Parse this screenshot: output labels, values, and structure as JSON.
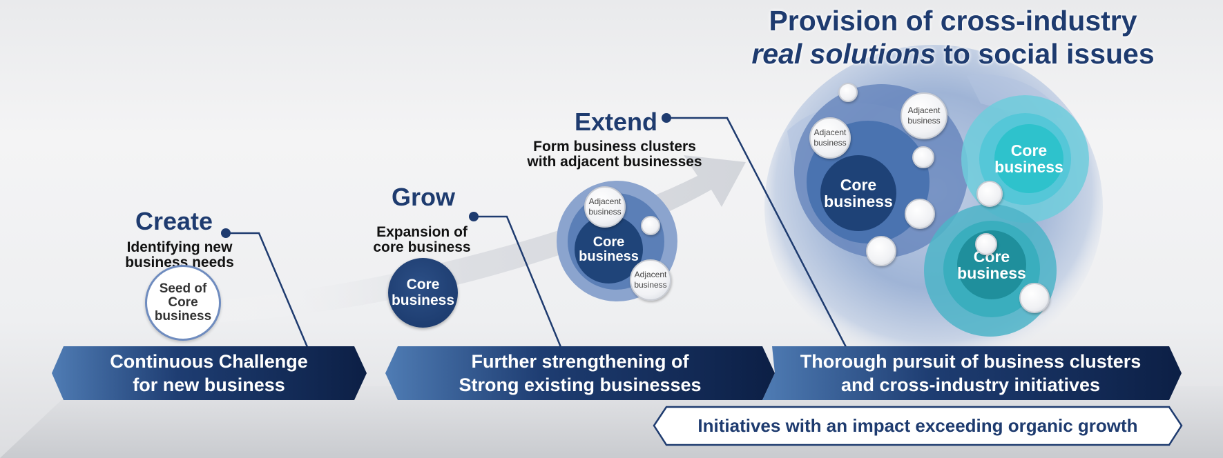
{
  "headline": {
    "line1": "Provision of cross-industry",
    "line2_italic": "real solutions",
    "line2_rest": " to social issues"
  },
  "stages": {
    "create": {
      "title": "Create",
      "desc_line1": "Identifying new",
      "desc_line2": "business needs",
      "seed_line1": "Seed of",
      "seed_line2": "Core",
      "seed_line3": "business"
    },
    "grow": {
      "title": "Grow",
      "desc_line1": "Expansion of",
      "desc_line2": "core business",
      "core_line1": "Core",
      "core_line2": "business"
    },
    "extend": {
      "title": "Extend",
      "desc_line1": "Form business clusters",
      "desc_line2": "with adjacent businesses",
      "core_line1": "Core",
      "core_line2": "business",
      "adjacent_line1": "Adjacent",
      "adjacent_line2": "business"
    }
  },
  "cluster": {
    "core_line1": "Core",
    "core_line2": "business",
    "adjacent_line1": "Adjacent",
    "adjacent_line2": "business"
  },
  "banners": {
    "left_line1": "Continuous Challenge",
    "left_line2": "for new business",
    "middle_line1": "Further strengthening of",
    "middle_line2": "Strong existing businesses",
    "right_line1": "Thorough pursuit of business clusters",
    "right_line2": "and cross-industry initiatives"
  },
  "bottom_label": "Initiatives with an impact exceeding organic growth",
  "colors": {
    "navy": "#1e3b6f",
    "banner_dark": "#0c1f45",
    "banner_light": "#4f7cb4",
    "teal": "#2ec2cc"
  }
}
